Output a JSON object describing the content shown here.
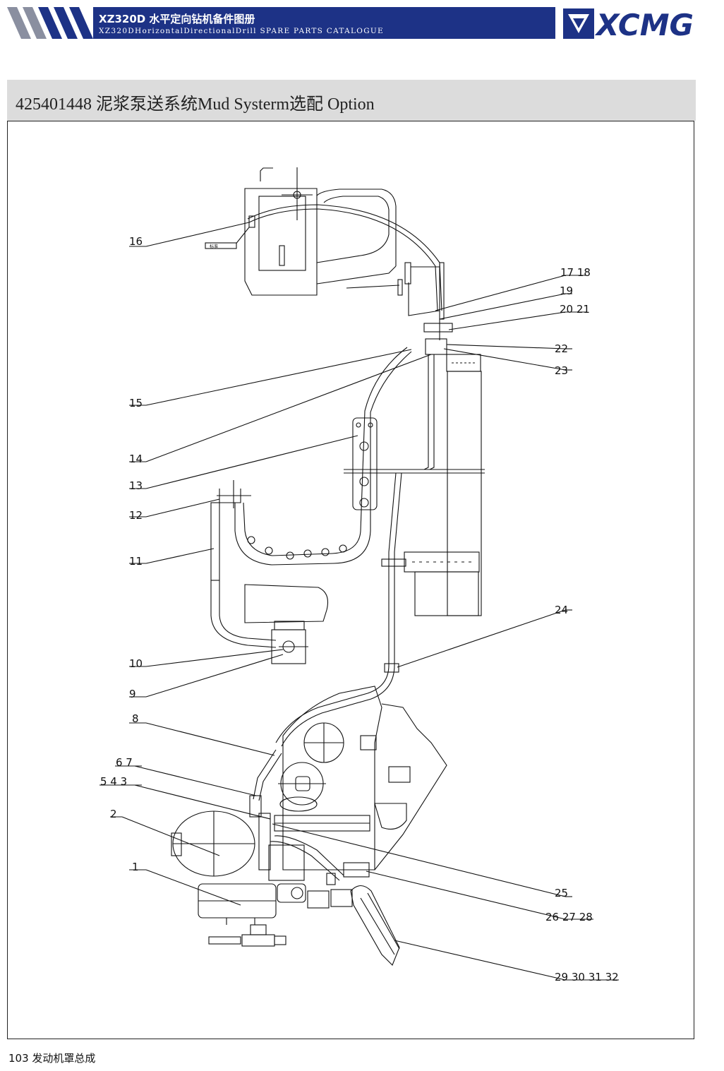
{
  "header": {
    "title": "XZ320D 水平定向钻机备件图册",
    "subtitle": "XZ320DHorizontalDirectionalDrill SPARE PARTS CATALOGUE",
    "brand_color": "#1d3286",
    "logo_text": "XCMG",
    "logo_icon": "xcmg-logo-icon"
  },
  "section": {
    "title": "425401448  泥浆泵送系统Mud Systerm选配  Option",
    "bar_color": "#dcdcdc"
  },
  "drawing": {
    "small_label": "标准",
    "callouts": {
      "c16": "16",
      "c17_18": "17 18",
      "c19": "19",
      "c20_21": "20 21",
      "c22": "22",
      "c23": "23",
      "c15": "15",
      "c14": "14",
      "c13": "13",
      "c12": "12",
      "c11": "11",
      "c24": "24",
      "c10": "10",
      "c9": "9",
      "c8": "8",
      "c6_7": "6  7",
      "c5_4_3": "5  4  3",
      "c2": "2",
      "c1": "1",
      "c25": "25",
      "c26_27_28": "26 27 28",
      "c29_32": "29 30 31 32"
    }
  },
  "footer": {
    "page_label": "103 发动机罩总成"
  }
}
